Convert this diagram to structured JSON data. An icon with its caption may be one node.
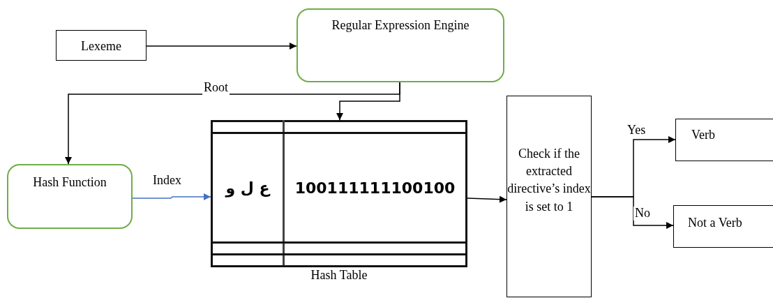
{
  "diagram": {
    "nodes": [
      {
        "text": [
          "Lexeme"
        ]
      },
      {
        "text": [
          "Regular Expression Engine"
        ]
      },
      {
        "text": [
          "Hash Function"
        ]
      },
      {
        "text": [
          "ع ل و",
          "100111111100100"
        ],
        "beside": [
          "Hash Table"
        ]
      },
      {
        "text": [
          "Check if the extracted directive’s index is set to 1"
        ]
      },
      {
        "text": [
          "Verb"
        ]
      },
      {
        "text": [
          "Not a Verb"
        ]
      }
    ],
    "edges": [
      {
        "from": 0,
        "to": 1,
        "arrow": "to"
      },
      {
        "from": 1,
        "to": 2,
        "arrow": "to",
        "label": "Root"
      },
      {
        "from": 1,
        "to": 3,
        "arrow": "to"
      },
      {
        "from": 2,
        "to": 3,
        "arrow": "to",
        "label": "Index",
        "color": "#4472c4"
      },
      {
        "from": 3,
        "to": 4,
        "arrow": "to"
      },
      {
        "from": 4,
        "to": 5,
        "arrow": "to",
        "label": "Yes"
      },
      {
        "from": 4,
        "to": 6,
        "arrow": "to",
        "label": "No"
      }
    ]
  }
}
